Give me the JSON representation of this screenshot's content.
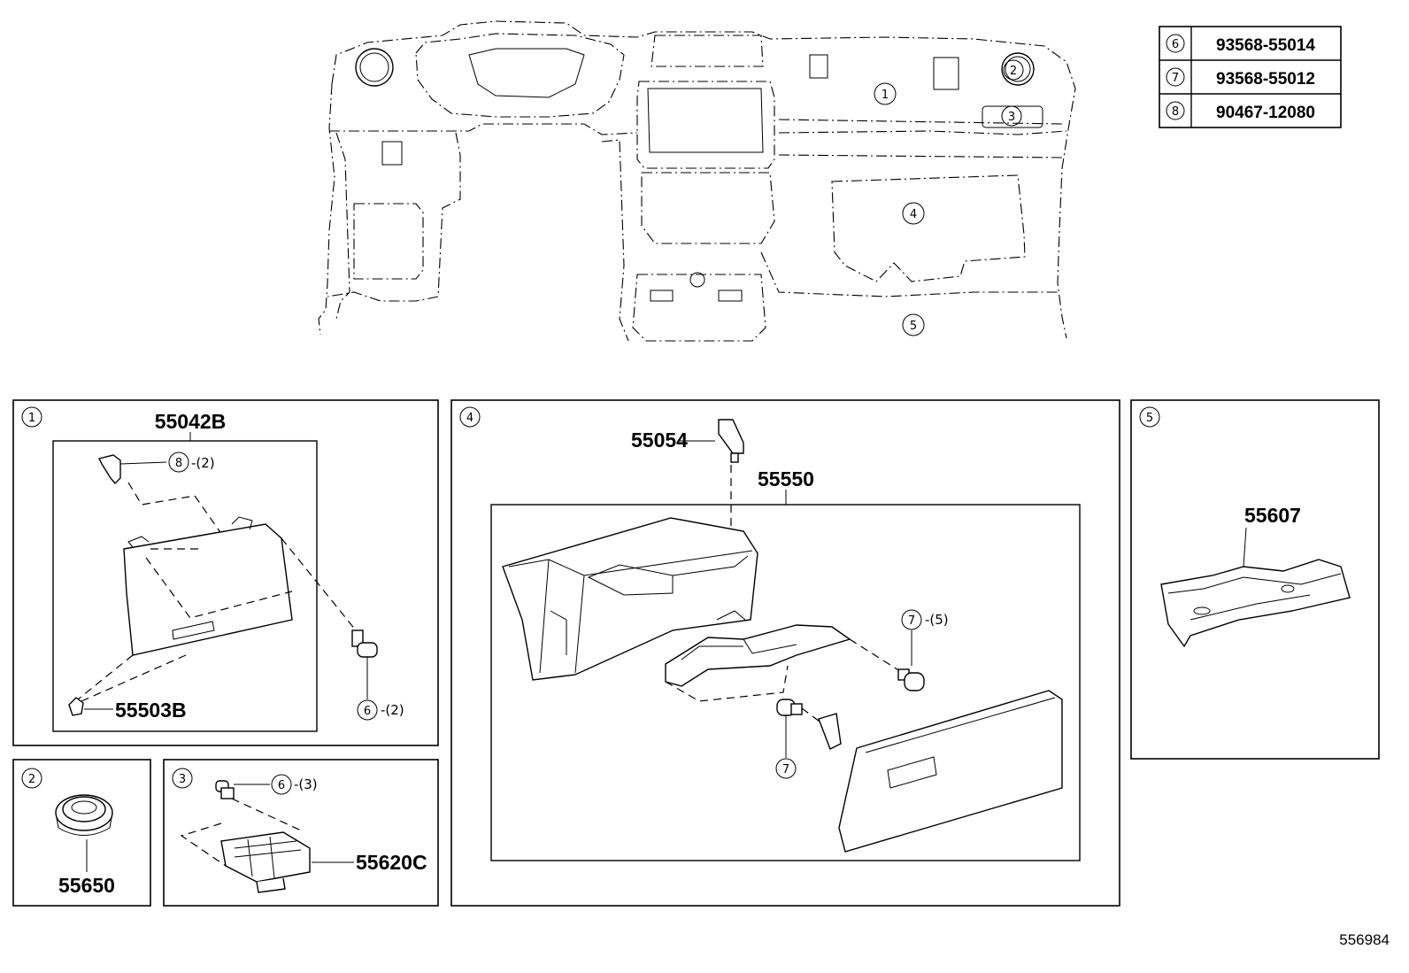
{
  "fasteners": [
    {
      "ref": "6",
      "part_no": "93568-55014"
    },
    {
      "ref": "7",
      "part_no": "93568-55012"
    },
    {
      "ref": "8",
      "part_no": "90467-12080"
    }
  ],
  "overview_callouts": [
    "1",
    "2",
    "3",
    "4",
    "5"
  ],
  "panels": {
    "p1": {
      "num": "1",
      "title": "55042B",
      "clip": "8",
      "clip_qty": "-(2)",
      "pin": "55503B",
      "screw": "6",
      "screw_qty": "-(2)"
    },
    "p2": {
      "num": "2",
      "part": "55650"
    },
    "p3": {
      "num": "3",
      "screw": "6",
      "screw_qty": "-(3)",
      "part": "55620C"
    },
    "p4": {
      "num": "4",
      "sw": "55054",
      "box": "55550",
      "screw_a": "7",
      "screw_a_qty": "-(5)",
      "screw_b": "7"
    },
    "p5": {
      "num": "5",
      "part": "55607"
    }
  },
  "figure_id": "556984"
}
